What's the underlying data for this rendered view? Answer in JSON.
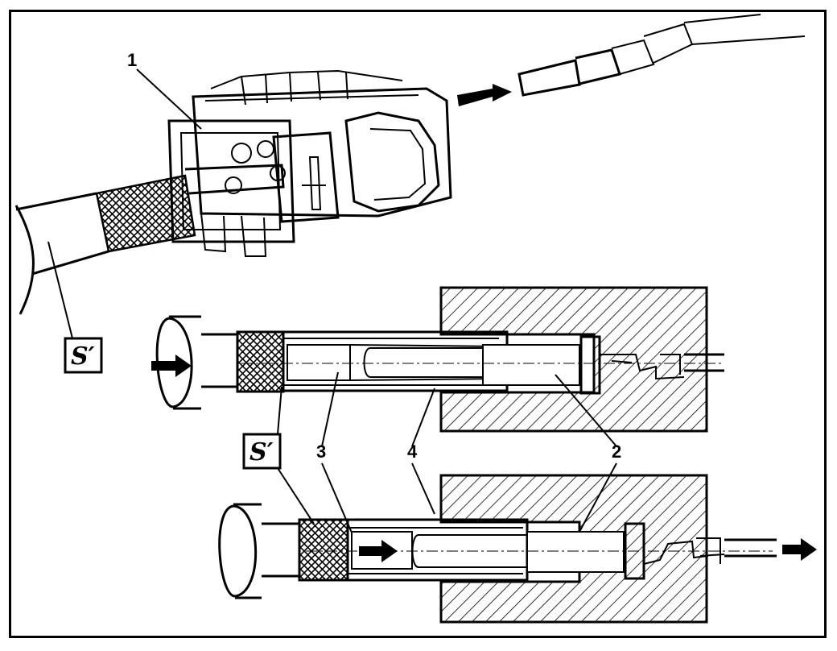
{
  "callouts": {
    "connector": "1",
    "terminal": "2",
    "tool_pin": "3",
    "sleeve": "4"
  },
  "tool_symbol": "S′",
  "icons": [
    "release-tool-icon",
    "arrow-right-icon"
  ]
}
